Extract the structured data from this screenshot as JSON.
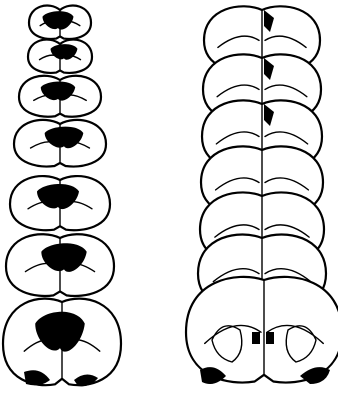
{
  "figure": {
    "type": "coronal brain section lesion reconstructions",
    "colors": {
      "background": "#ffffff",
      "outline": "#000000",
      "lesion": "#000000"
    },
    "series": [
      {
        "id": "left-series",
        "section_count": 7,
        "lesion_extent": "large"
      },
      {
        "id": "right-series",
        "section_count": 7,
        "lesion_extent": "small"
      }
    ]
  }
}
